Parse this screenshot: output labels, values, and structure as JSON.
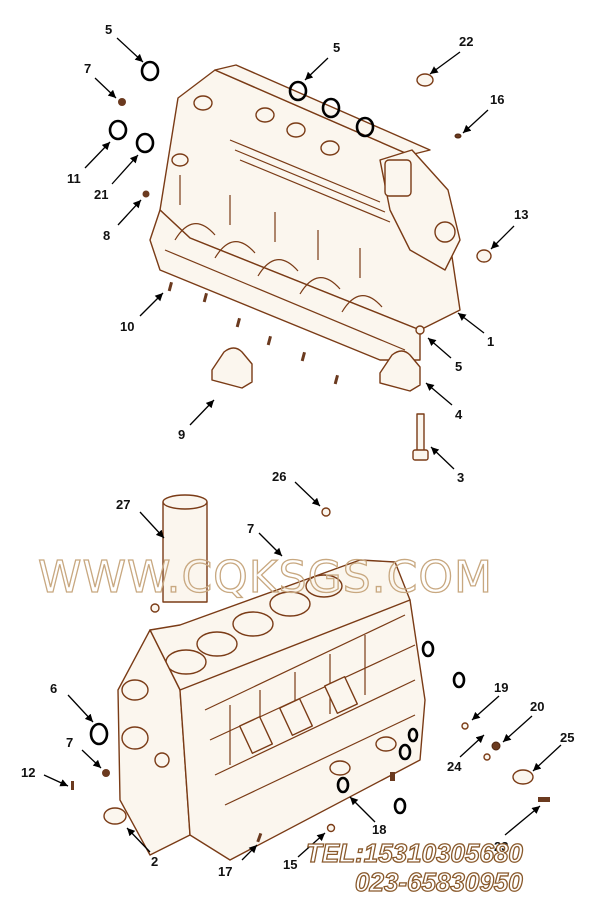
{
  "diagram": {
    "watermark": "WWW.CQKSGS.COM",
    "contact_phone": "TEL:15310305680",
    "contact_landline": "023-65830950",
    "callouts": [
      {
        "id": "c1",
        "label": "5"
      },
      {
        "id": "c2",
        "label": "5"
      },
      {
        "id": "c3",
        "label": "22"
      },
      {
        "id": "c4",
        "label": "7"
      },
      {
        "id": "c5",
        "label": "16"
      },
      {
        "id": "c6",
        "label": "11"
      },
      {
        "id": "c7",
        "label": "21"
      },
      {
        "id": "c8",
        "label": "8"
      },
      {
        "id": "c9",
        "label": "13"
      },
      {
        "id": "c10",
        "label": "10"
      },
      {
        "id": "c11",
        "label": "1"
      },
      {
        "id": "c12",
        "label": "5"
      },
      {
        "id": "c13",
        "label": "4"
      },
      {
        "id": "c14",
        "label": "9"
      },
      {
        "id": "c15",
        "label": "3"
      },
      {
        "id": "c16",
        "label": "26"
      },
      {
        "id": "c17",
        "label": "27"
      },
      {
        "id": "c18",
        "label": "7"
      },
      {
        "id": "c19",
        "label": "6"
      },
      {
        "id": "c20",
        "label": "19"
      },
      {
        "id": "c21",
        "label": "20"
      },
      {
        "id": "c22",
        "label": "25"
      },
      {
        "id": "c23",
        "label": "7"
      },
      {
        "id": "c24",
        "label": "24"
      },
      {
        "id": "c25",
        "label": "12"
      },
      {
        "id": "c26",
        "label": "18"
      },
      {
        "id": "c27",
        "label": "2"
      },
      {
        "id": "c28",
        "label": "17"
      },
      {
        "id": "c29",
        "label": "15"
      },
      {
        "id": "c30",
        "label": "23"
      }
    ]
  }
}
